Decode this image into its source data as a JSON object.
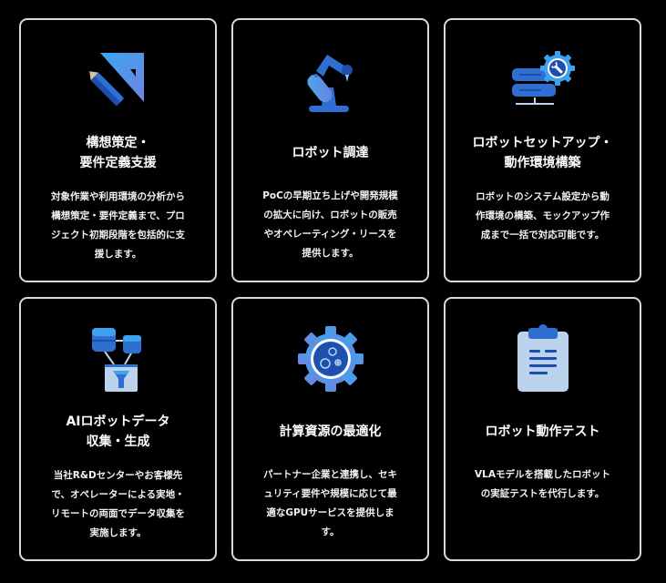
{
  "colors": {
    "background": "#000000",
    "card_border": "#d9d9d9",
    "icon_blue_light": "#3fa2f0",
    "icon_blue_mid": "#2f6fd1",
    "icon_blue_dark": "#1e4fae",
    "icon_periwinkle": "#6b86e0",
    "icon_pale": "#bcd3ee"
  },
  "cards": [
    {
      "icon": "ruler-pencil-icon",
      "title": "構想策定・\n要件定義支援",
      "description": "対象作業や利用環境の分析から\n構想策定・要件定義まで、プロ\nジェクト初期段階を包括的に支\n援します。"
    },
    {
      "icon": "robot-arm-icon",
      "title": "ロボット調達",
      "description": "PoCの早期立ち上げや開発規模\nの拡大に向け、ロボットの販売\nやオペレーティング・リースを\n提供します。"
    },
    {
      "icon": "server-wrench-gear-icon",
      "title": "ロボットセットアップ・\n動作環境構築",
      "description": "ロボットのシステム設定から動\n作環境の構築、モックアップ作\n成まで一括で対応可能です。"
    },
    {
      "icon": "database-funnel-icon",
      "title": "AIロボットデータ\n収集・生成",
      "description": "当社R&Dセンターやお客様先\nで、オペレーターによる実地・\nリモートの両面でデータ収集を\n実施します。"
    },
    {
      "icon": "gear-cogs-icon",
      "title": "計算資源の最適化",
      "description": "パートナー企業と連携し、セキ\nュリティ要件や規模に応じて最\n適なGPUサービスを提供しま\nす。"
    },
    {
      "icon": "clipboard-icon",
      "title": "ロボット動作テスト",
      "description": "VLAモデルを搭載したロボット\nの実証テストを代行します。"
    }
  ]
}
